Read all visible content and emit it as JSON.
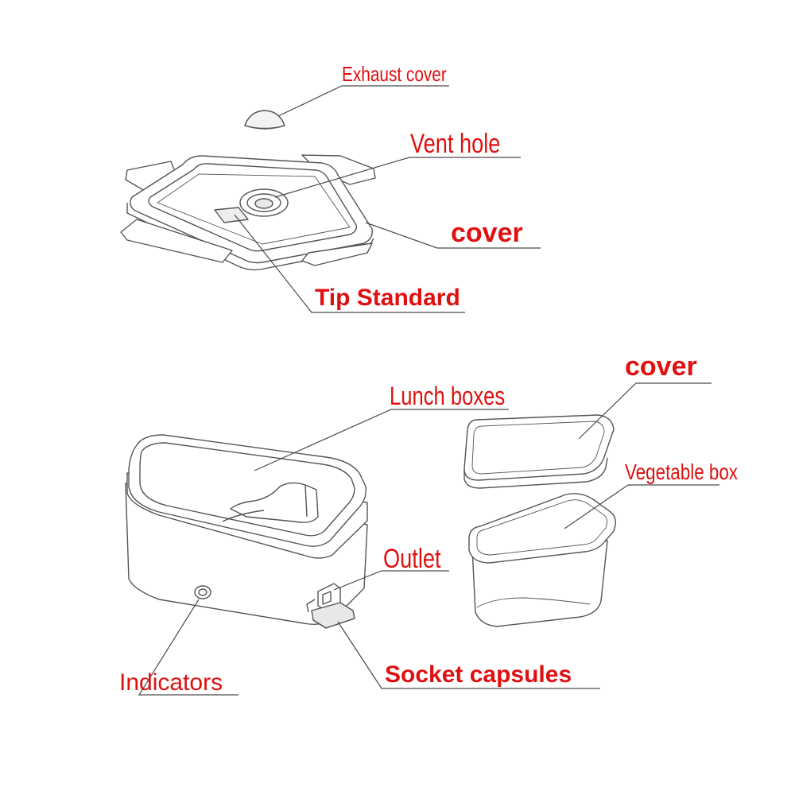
{
  "labels": {
    "exhaust_cover": "Exhaust cover",
    "vent_hole": "Vent hole",
    "cover_top": "cover",
    "tip_standard": "Tip Standard",
    "lunch_boxes": "Lunch boxes",
    "cover_small": "cover",
    "vegetable_box": "Vegetable box",
    "outlet": "Outlet",
    "indicators": "Indicators",
    "socket_capsules": "Socket capsules"
  },
  "colors": {
    "label_text": "#e01010",
    "line_art": "#555555",
    "leader": "#4a4a4a",
    "background": "#ffffff"
  }
}
